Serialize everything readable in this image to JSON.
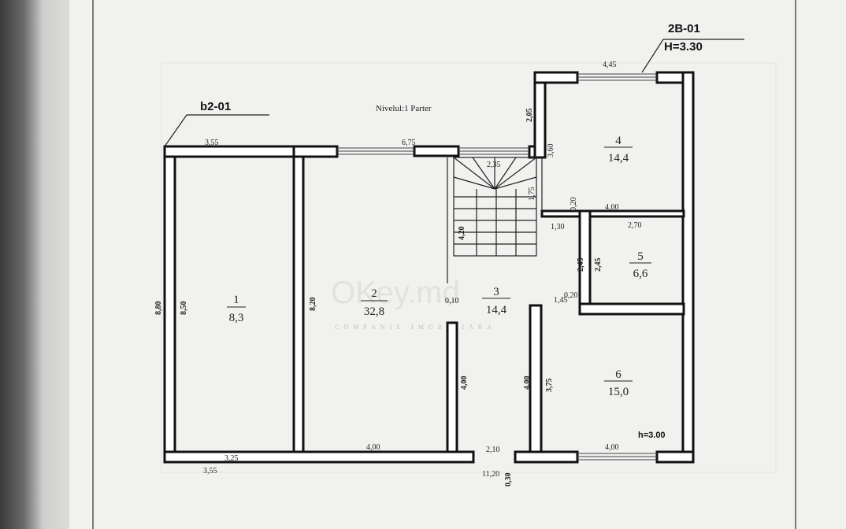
{
  "plan": {
    "level_title": "Nivelul:1 Parter",
    "block_left": "b2-01",
    "block_right": "2B-01",
    "height_main": "H=3.30",
    "height_room6": "h=3.00",
    "watermark": "OKey.md",
    "watermark_sub": "COMPANIE IMOBILIARA"
  },
  "rooms": [
    {
      "number": "1",
      "area": "8,3"
    },
    {
      "number": "2",
      "area": "32,8"
    },
    {
      "number": "3",
      "area": "14,4"
    },
    {
      "number": "4",
      "area": "14,4"
    },
    {
      "number": "5",
      "area": "6,6"
    },
    {
      "number": "6",
      "area": "15,0"
    }
  ],
  "dimensions": {
    "top_left": "3,55",
    "top_mid": "6,75",
    "top_right": "4,45",
    "stair_width": "2,35",
    "stair_len": "1,75",
    "room4_side": "2,05",
    "room4_pillar": "3,60",
    "wall_4_5": "0,20",
    "room4_bottom": "4,00",
    "hall_1_30": "1,30",
    "room5_top": "2,70",
    "room5_side_a": "2,45",
    "room5_side_b": "2,45",
    "wall_020": "0,20",
    "hall_1_45": "1,45",
    "outer_left": "8,80",
    "room1_side": "8,50",
    "room2_side": "8,20",
    "stair_side": "4,20",
    "wall_010": "0,10",
    "room3_left": "4,00",
    "room3_right": "4,00",
    "room6_side": "3,75",
    "bottom_room1": "3,25",
    "bottom_outer": "3,55",
    "bottom_room2": "4,00",
    "door": "2,10",
    "total": "11,20",
    "step": "0,30",
    "bottom_room6": "4,00"
  }
}
